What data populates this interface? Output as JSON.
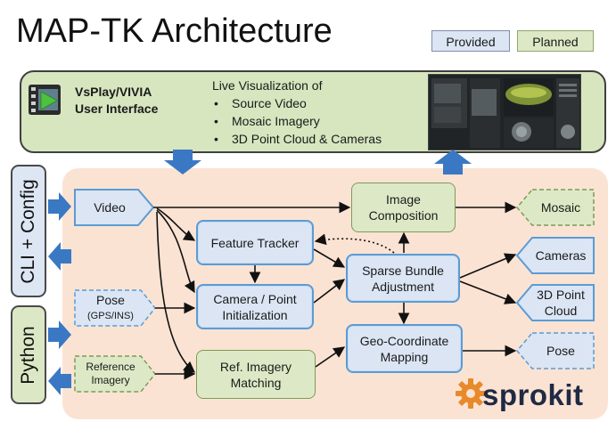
{
  "title": "MAP-TK Architecture",
  "legend": {
    "provided": "Provided",
    "planned": "Planned"
  },
  "ui": {
    "title_line1": "VsPlay/VIVIA",
    "title_line2": "User Interface",
    "live_heading": "Live Visualization of",
    "live_items": [
      "Source Video",
      "Mosaic Imagery",
      "3D Point Cloud & Cameras"
    ],
    "bullet": "•"
  },
  "side": {
    "cli": "CLI + Config",
    "python": "Python"
  },
  "inputs": {
    "video": "Video",
    "pose": "Pose",
    "pose_sub": "(GPS/INS)",
    "reference_line1": "Reference",
    "reference_line2": "Imagery"
  },
  "nodes": {
    "feature_tracker": "Feature Tracker",
    "camera_init_line1": "Camera / Point",
    "camera_init_line2": "Initialization",
    "ref_matching_line1": "Ref. Imagery",
    "ref_matching_line2": "Matching",
    "image_composition_line1": "Image",
    "image_composition_line2": "Composition",
    "sba_line1": "Sparse Bundle",
    "sba_line2": "Adjustment",
    "geo_line1": "Geo-Coordinate",
    "geo_line2": "Mapping"
  },
  "outputs": {
    "mosaic": "Mosaic",
    "cameras": "Cameras",
    "cloud_line1": "3D Point",
    "cloud_line2": "Cloud",
    "pose": "Pose"
  },
  "logo": {
    "text": "sprokit"
  },
  "colors": {
    "provided_fill": "#dbe5f4",
    "provided_border": "#5b9bd5",
    "planned_fill": "#dde9c6",
    "planned_border": "#7d9b57",
    "core_panel": "#fbe3d3",
    "ui_panel": "#d7e6bf",
    "arrow_blue": "#3b78c4",
    "gear_orange": "#e8892b"
  },
  "icons": {
    "vsplay": "film-play-icon",
    "screenshot": "visualization-screenshot",
    "gear": "gear-icon"
  }
}
